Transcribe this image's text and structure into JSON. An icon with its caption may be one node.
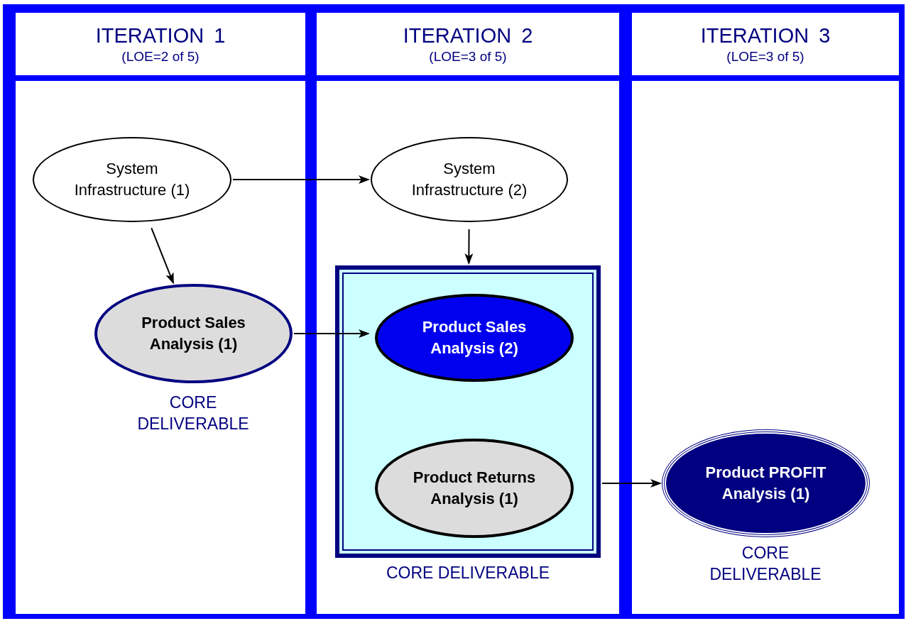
{
  "diagram": {
    "nodes": [
      {
        "text": [
          "ITERATION 1",
          "(LOE=2 of 5)"
        ]
      },
      {
        "text": [
          "System Infrastructure (1)"
        ],
        "in": 0
      },
      {
        "text": [
          "Product Sales Analysis (1)"
        ],
        "in": 0,
        "beside": [
          "CORE DELIVERABLE"
        ]
      },
      {
        "text": [
          "ITERATION 2",
          "(LOE=3 of 5)"
        ]
      },
      {
        "text": [
          "System Infrastructure (2)"
        ],
        "in": 3
      },
      {
        "text": [],
        "shape": "box",
        "in": 3,
        "beside": [
          "CORE DELIVERABLE"
        ]
      },
      {
        "text": [
          "Product Sales Analysis (2)"
        ],
        "in": 5
      },
      {
        "text": [
          "Product Returns Analysis (1)"
        ],
        "in": 5
      },
      {
        "text": [
          "ITERATION 3",
          "(LOE=3 of 5)"
        ]
      },
      {
        "text": [
          "Product PROFIT Analysis (1)"
        ],
        "in": 8,
        "beside": [
          "CORE DELIVERABLE"
        ]
      }
    ],
    "edges": [
      {
        "from": 1,
        "to": 4,
        "arrow": "to"
      },
      {
        "from": 1,
        "to": 2,
        "arrow": "to"
      },
      {
        "from": 2,
        "to": 6,
        "arrow": "to"
      },
      {
        "from": 4,
        "to": 5,
        "arrow": "to"
      },
      {
        "from": 5,
        "to": 9,
        "arrow": "to"
      }
    ]
  }
}
